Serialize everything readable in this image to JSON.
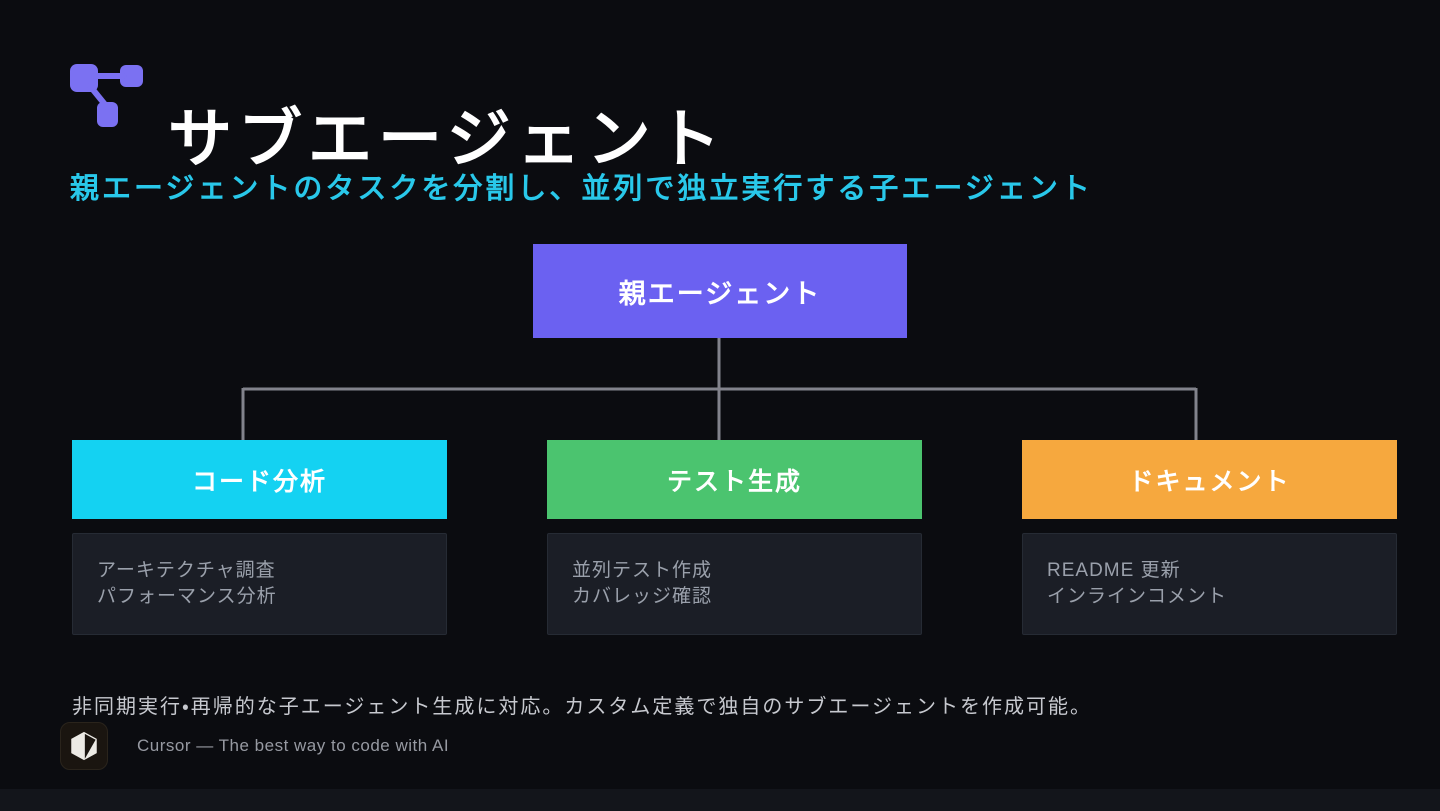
{
  "slide": {
    "title": "サブエージェント",
    "subtitle": "親エージェントのタスクを分割し、並列で独立実行する子エージェント",
    "note": "非同期実行・再帰的な子エージェント生成に対応。カスタム定義で独自のサブエージェントを作成可能。",
    "footer_text": "Cursor — The best way to code with AI",
    "icons": {
      "title_icon": "hierarchy-branch-icon",
      "footer_icon": "cursor-cube-logo"
    }
  },
  "diagram": {
    "parent": {
      "label": "親エージェント",
      "color": "#6b61f1"
    },
    "children": [
      {
        "label": "コード分析",
        "color": "#14d2f2",
        "details": [
          "アーキテクチャ調査",
          "パフォーマンス分析"
        ]
      },
      {
        "label": "テスト生成",
        "color": "#4bc46f",
        "details": [
          "並列テスト作成",
          "カバレッジ確認"
        ]
      },
      {
        "label": "ドキュメント",
        "color": "#f6a83e",
        "details": [
          "README 更新",
          "インラインコメント"
        ]
      }
    ]
  },
  "colors": {
    "background": "#0b0c10",
    "title_icon_purple": "#7b71f2",
    "subtitle_cyan": "#29c8ea",
    "connector_gray": "#82838c",
    "panel_bg": "#1b1e26",
    "panel_text": "#9aa0ab",
    "note_text": "#c7c9cf",
    "footer_text": "#979aa2"
  }
}
